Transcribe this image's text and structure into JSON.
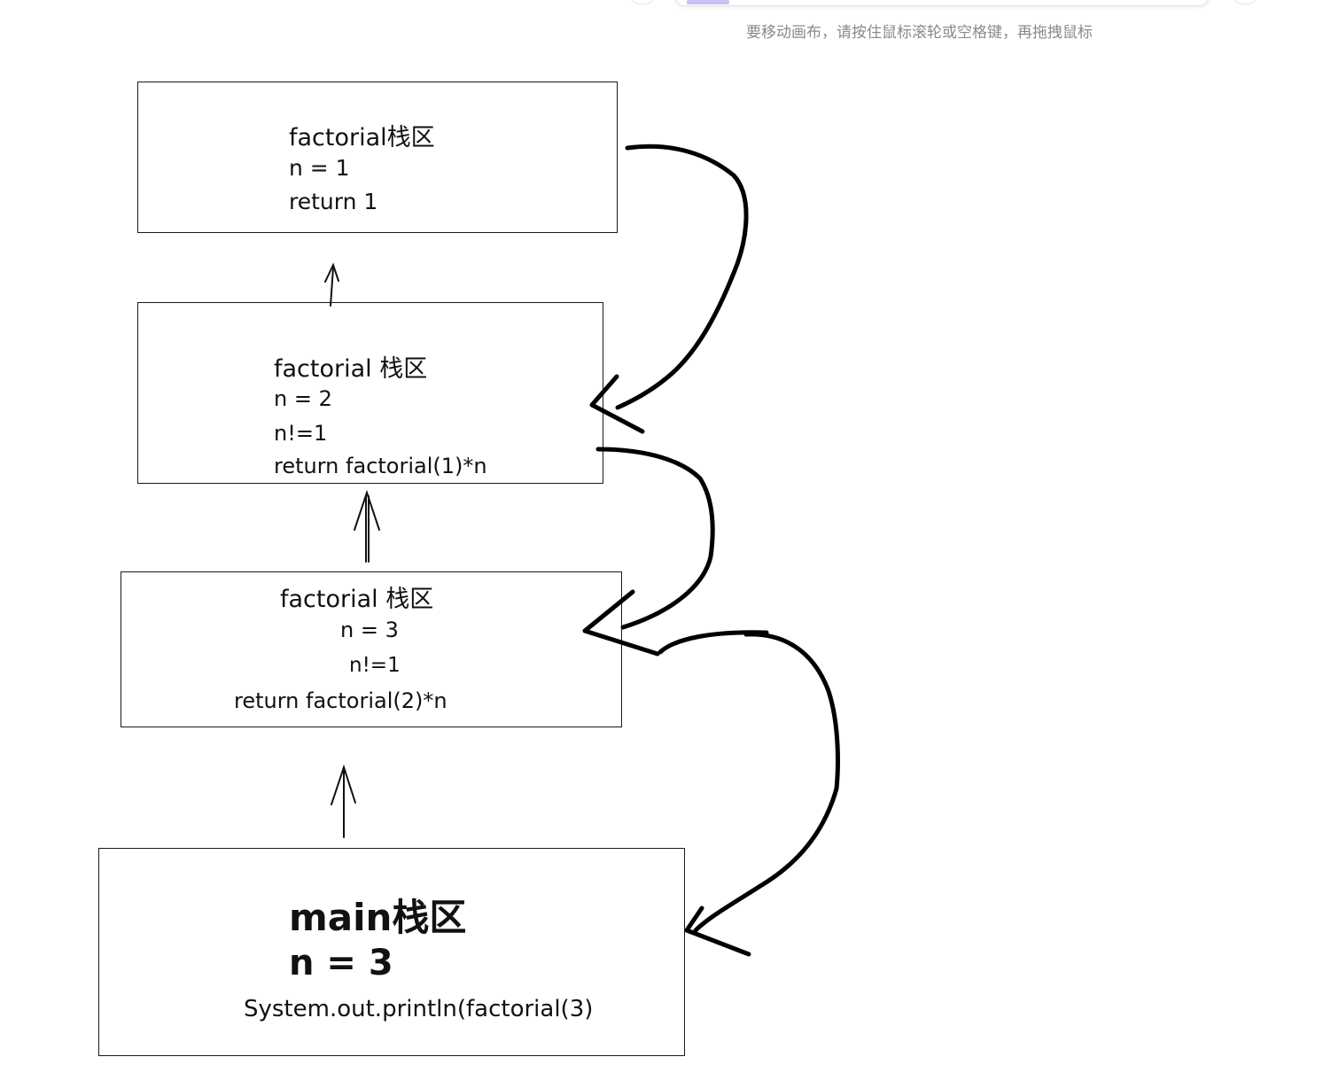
{
  "hint_text": "要移动画布，请按住鼠标滚轮或空格键，再拖拽鼠标",
  "frames": {
    "f1": {
      "lines": [
        "factorial栈区",
        "n = 1",
        "return 1"
      ]
    },
    "f2": {
      "lines": [
        "factorial 栈区",
        "n = 2",
        "n!=1",
        "return factorial(1)*n"
      ]
    },
    "f3": {
      "lines": [
        "factorial 栈区",
        "n = 3",
        "n!=1",
        "return factorial(2)*n"
      ]
    },
    "main": {
      "lines": [
        "main栈区",
        "n = 3",
        "System.out.println(factorial(3)"
      ]
    }
  },
  "colors": {
    "stroke": "#111111",
    "hint": "#8a8a8a",
    "accent_chip": "#c7c3f5"
  }
}
